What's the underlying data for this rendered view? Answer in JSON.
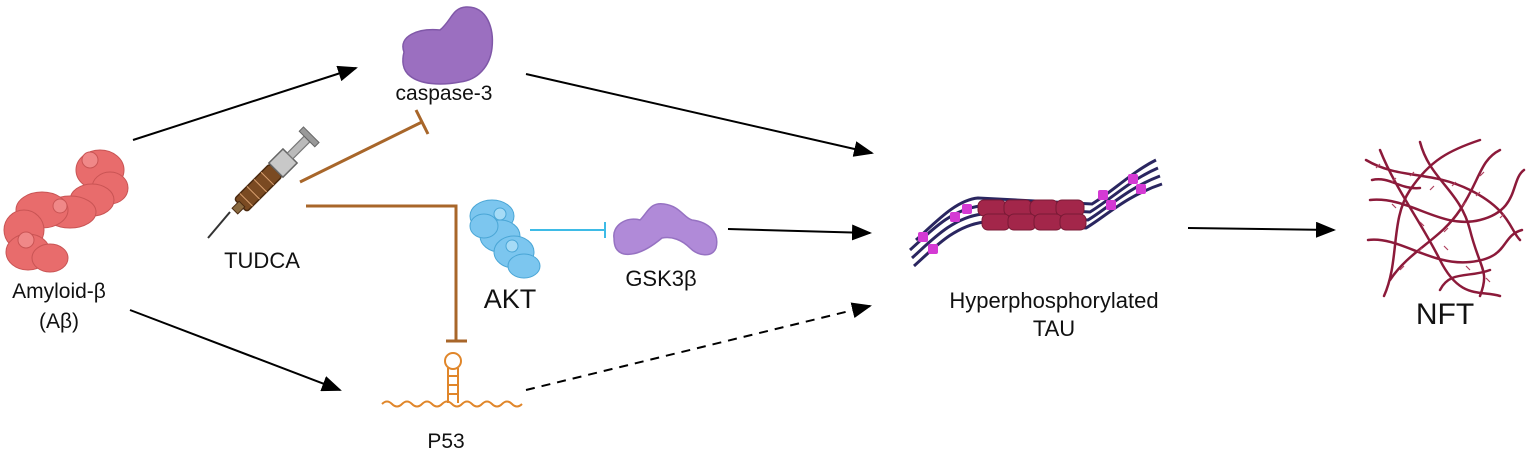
{
  "colors": {
    "arrow": "#000000",
    "inhibit_tudca": "#a8662a",
    "inhibit_akt": "#3ebbe6",
    "amyloid": "#e86c6c",
    "caspase": "#9b6fc0",
    "akt": "#7cc6ef",
    "gsk3b": "#b08ad8",
    "p53": "#e0862a",
    "tau_strand": "#2a2660",
    "tau_core": "#a3264a",
    "tau_phospho": "#d43ad4",
    "nft": "#8c1a3a"
  },
  "icons": {
    "amyloid": "amyloid-protein-icon",
    "caspase": "caspase-3-protein-icon",
    "tudca": "syringe-icon",
    "akt": "akt-protein-icon",
    "gsk3b": "gsk3b-protein-icon",
    "p53": "p53-rna-icon",
    "tau": "tau-filament-icon",
    "nft": "neurofibrillary-tangle-icon"
  },
  "nodes": {
    "amyloid": {
      "label_line1": "Amyloid-β",
      "label_line2": "(Aβ)"
    },
    "caspase": {
      "label": "caspase-3"
    },
    "tudca": {
      "label": "TUDCA"
    },
    "akt": {
      "label": "AKT"
    },
    "gsk3b": {
      "label": "GSK3β"
    },
    "p53": {
      "label": "P53"
    },
    "tau": {
      "label_line1": "Hyperphosphorylated",
      "label_line2": "TAU"
    },
    "nft": {
      "label": "NFT"
    }
  },
  "edges": [
    {
      "from": "amyloid",
      "to": "caspase",
      "type": "activation"
    },
    {
      "from": "amyloid",
      "to": "p53",
      "type": "activation"
    },
    {
      "from": "tudca",
      "to": "caspase",
      "type": "inhibition"
    },
    {
      "from": "tudca",
      "to": "p53",
      "type": "inhibition"
    },
    {
      "from": "akt",
      "to": "gsk3b",
      "type": "inhibition"
    },
    {
      "from": "caspase",
      "to": "tau",
      "type": "activation"
    },
    {
      "from": "gsk3b",
      "to": "tau",
      "type": "activation"
    },
    {
      "from": "p53",
      "to": "tau",
      "type": "indirect"
    },
    {
      "from": "tau",
      "to": "nft",
      "type": "activation"
    }
  ]
}
